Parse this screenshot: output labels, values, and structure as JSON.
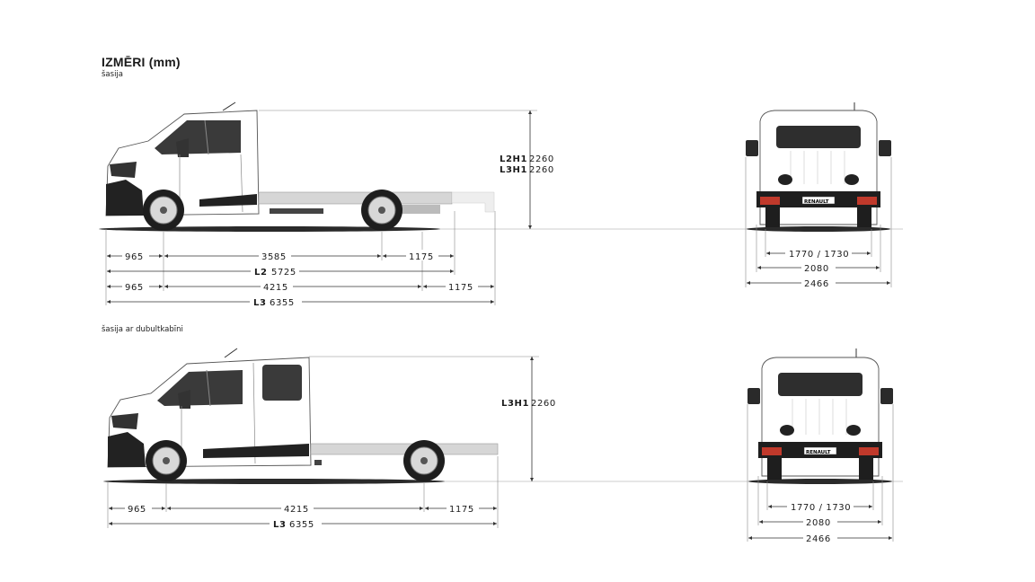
{
  "heading": "IZMĒRI (mm)",
  "section1": {
    "caption": "šasija",
    "height_labels": [
      {
        "model": "L2H1",
        "value": "2260"
      },
      {
        "model": "L3H1",
        "value": "2260"
      }
    ],
    "side_row1": [
      "965",
      "3585",
      "1175"
    ],
    "side_total1": {
      "model": "L2",
      "value": "5725"
    },
    "side_row2": [
      "965",
      "4215",
      "1175"
    ],
    "side_total2": {
      "model": "L3",
      "value": "6355"
    },
    "rear": [
      "1770 / 1730",
      "2080",
      "2466"
    ]
  },
  "section2": {
    "caption": "šasija ar dubultkabīni",
    "height_labels": [
      {
        "model": "L3H1",
        "value": "2260"
      }
    ],
    "side_row1": [
      "965",
      "4215",
      "1175"
    ],
    "side_total1": {
      "model": "L3",
      "value": "6355"
    },
    "rear": [
      "1770 / 1730",
      "2080",
      "2466"
    ]
  },
  "badge_text": "RENAULT",
  "colors": {
    "body": "#ffffff",
    "outline": "#555555",
    "dark": "#222222",
    "chassis": "#c8c8c8",
    "tail": "#c0392b"
  }
}
